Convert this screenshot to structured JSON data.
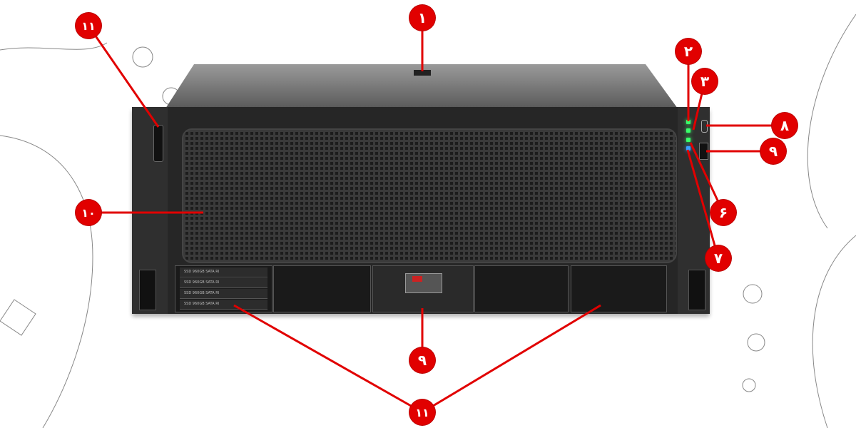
{
  "colors": {
    "marker": "#e10000",
    "chassis": "#262626",
    "led_green": "#39ff6a",
    "led_blue": "#3aa0ff"
  },
  "markers": [
    {
      "id": "top-lid",
      "label": "۱"
    },
    {
      "id": "left-handle",
      "label": "۱۱"
    },
    {
      "id": "led-1",
      "label": "۲"
    },
    {
      "id": "led-2",
      "label": "۳"
    },
    {
      "id": "usb-c-port",
      "label": "۸"
    },
    {
      "id": "usb-port-right",
      "label": "۹"
    },
    {
      "id": "led-3",
      "label": "۶"
    },
    {
      "id": "uid-led",
      "label": "۷"
    },
    {
      "id": "front-grille",
      "label": "۱۰"
    },
    {
      "id": "center-module",
      "label": "۹"
    },
    {
      "id": "drive-bays",
      "label": "۱۱"
    }
  ],
  "drive_labels": [
    "SSD 960GB SATA RI",
    "SSD 960GB SATA RI",
    "SSD 960GB SATA RI",
    "SSD 960GB SATA RI"
  ]
}
